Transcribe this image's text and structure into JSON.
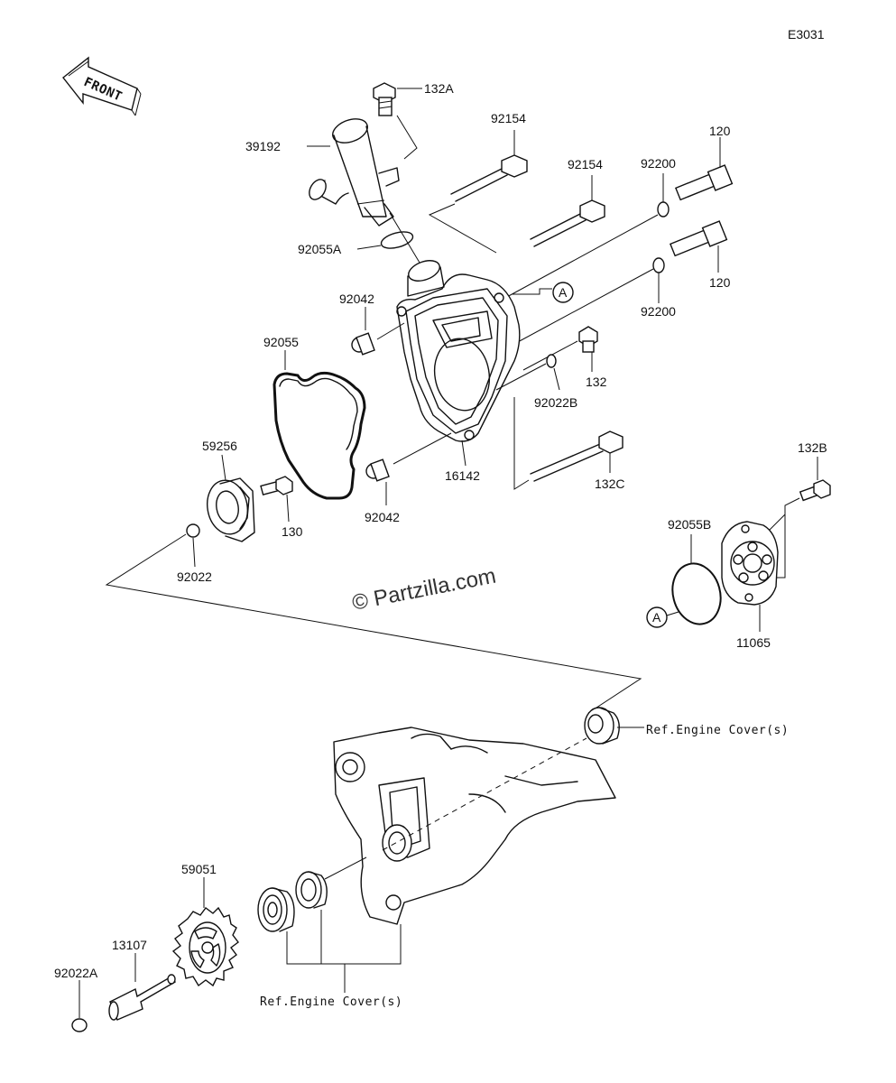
{
  "diagram_code": "E3031",
  "front_label": "FRONT",
  "watermark": "© Partzilla.com",
  "callouts": {
    "p132A": "132A",
    "p39192": "39192",
    "p92154_a": "92154",
    "p92154_b": "92154",
    "p92200_a": "92200",
    "p92200_b": "92200",
    "p120_a": "120",
    "p120_b": "120",
    "p92055A": "92055A",
    "p92042_a": "92042",
    "p92042_b": "92042",
    "p92055": "92055",
    "ref_A_1": "A",
    "ref_A_2": "A",
    "p132": "132",
    "p92022B": "92022B",
    "p16142": "16142",
    "p132C": "132C",
    "p132B": "132B",
    "p59256": "59256",
    "p130": "130",
    "p92022": "92022",
    "p92055B": "92055B",
    "p11065": "11065",
    "p59051": "59051",
    "p13107": "13107",
    "p92022A": "92022A",
    "ref_engine_cover_1": "Ref.Engine Cover(s)",
    "ref_engine_cover_2": "Ref.Engine Cover(s)"
  }
}
